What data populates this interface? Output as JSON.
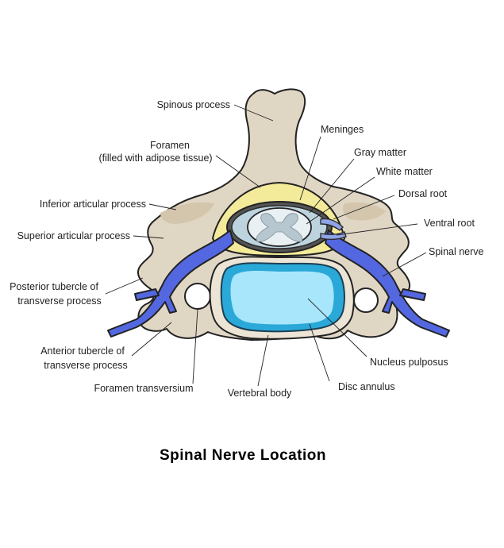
{
  "caption": "Spinal Nerve Location",
  "labels": {
    "spinous_process": "Spinous process",
    "foramen_line1": "Foramen",
    "foramen_line2": "(filled with adipose tissue)",
    "meninges": "Meninges",
    "gray_matter": "Gray matter",
    "white_matter": "White matter",
    "dorsal_root": "Dorsal root",
    "ventral_root": "Ventral root",
    "inferior_articular_process": "Inferior articular process",
    "superior_articular_process": "Superior articular process",
    "spinal_nerve": "Spinal nerve",
    "posterior_tubercle_line1": "Posterior tubercle of",
    "posterior_tubercle_line2": "transverse process",
    "anterior_tubercle_line1": "Anterior tubercle of",
    "anterior_tubercle_line2": "transverse process",
    "nucleus_pulposus": "Nucleus pulposus",
    "disc_annulus": "Disc annulus",
    "foramen_transversium": "Foramen transversium",
    "vertebral_body": "Vertebral body"
  },
  "colors": {
    "bone": "#e0d6c4",
    "bone_shadow": "#cfc2aa",
    "adipose": "#f3ea9a",
    "nerve": "#5368e0",
    "nerve_dark": "#3a4fcf",
    "disc_annulus": "#2aa9d8",
    "nucleus": "#a8e6fb",
    "meninges": "#545454",
    "cord": "#a9c6d6",
    "gray_matter": "#d2dde2"
  }
}
